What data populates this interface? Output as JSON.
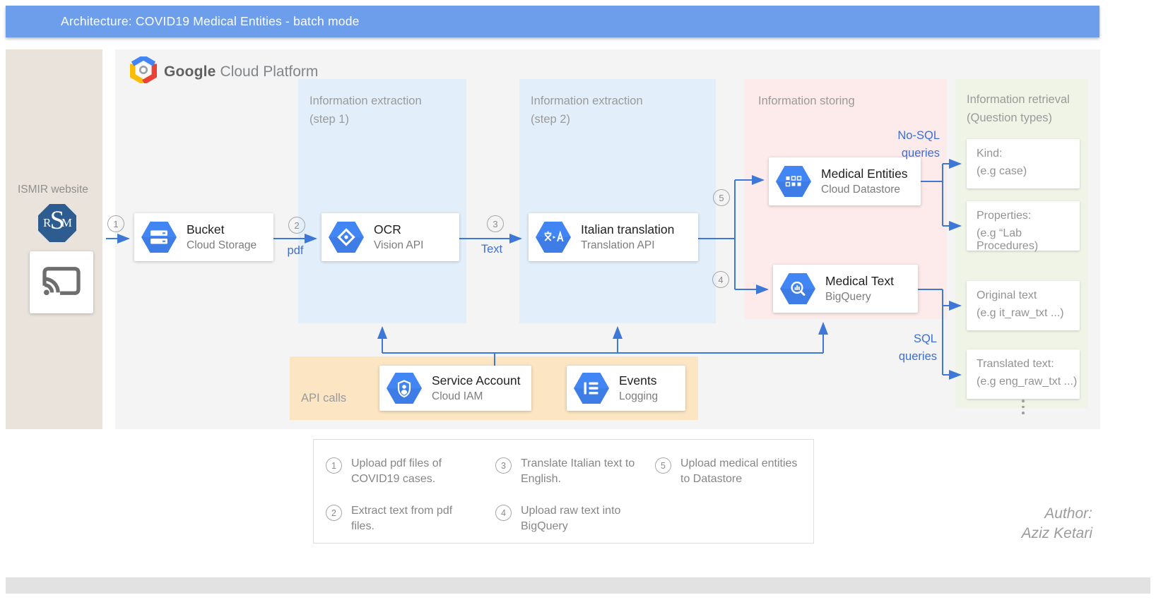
{
  "banner": {
    "title": "Architecture: COVID19 Medical Entities - batch mode"
  },
  "logo": {
    "brand": "Google",
    "suffix": "Cloud Platform"
  },
  "sidebar": {
    "title": "ISMIR website",
    "monogram": {
      "r": "R",
      "s": "S",
      "m": "M"
    }
  },
  "panels": {
    "step1": {
      "title": "Information extraction",
      "subtitle": "(step 1)"
    },
    "step2": {
      "title": "Information extraction",
      "subtitle": "(step 2)"
    },
    "storing": {
      "title": "Information storing"
    },
    "retrieval": {
      "title": "Information retrieval",
      "subtitle": "(Question  types)"
    },
    "api": {
      "title": "API calls"
    }
  },
  "nodes": {
    "bucket": {
      "title": "Bucket",
      "subtitle": "Cloud Storage"
    },
    "ocr": {
      "title": "OCR",
      "subtitle": "Vision API"
    },
    "translation": {
      "title": "Italian translation",
      "subtitle": "Translation API"
    },
    "entities": {
      "title": "Medical Entities",
      "subtitle": "Cloud Datastore"
    },
    "medtext": {
      "title": "Medical Text",
      "subtitle": "BigQuery"
    },
    "iam": {
      "title": "Service Account",
      "subtitle": "Cloud IAM"
    },
    "logging": {
      "title": "Events",
      "subtitle": "Logging"
    }
  },
  "retrieval_cards": [
    {
      "title": "Kind:",
      "subtitle": "(e.g case)"
    },
    {
      "title": "Properties:",
      "subtitle": "(e.g “Lab Procedures)"
    },
    {
      "title": "Original text",
      "subtitle": "(e.g it_raw_txt ...)"
    },
    {
      "title": "Translated text:",
      "subtitle": "(e.g eng_raw_txt ...)"
    }
  ],
  "edges": {
    "n1": "1",
    "n2": "2",
    "n3": "3",
    "n4": "4",
    "n5": "5",
    "pdf": "pdf",
    "text": "Text",
    "nosql_line1": "No-SQL",
    "nosql_line2": "queries",
    "sql_line1": "SQL",
    "sql_line2": "queries"
  },
  "legend": {
    "items": [
      {
        "num": "1",
        "text": "Upload pdf files of COVID19 cases."
      },
      {
        "num": "2",
        "text": "Extract text from pdf files."
      },
      {
        "num": "3",
        "text": "Translate Italian text to English."
      },
      {
        "num": "4",
        "text": "Upload raw text into BigQuery"
      },
      {
        "num": "5",
        "text": "Upload medical entities to Datastore"
      }
    ]
  },
  "author": {
    "label": "Author:",
    "name": "Aziz Ketari"
  },
  "colors": {
    "banner": "#6d9eeb",
    "arrow": "#3d78d8",
    "hexagon": "#4285f4",
    "panel_blue": "#e2effa",
    "panel_pink": "#fdeaea",
    "panel_green": "#f0f4e7",
    "panel_tan": "#fbe5c3",
    "sidebar": "#e9e3dc",
    "canvas": "#f4f4f4"
  }
}
